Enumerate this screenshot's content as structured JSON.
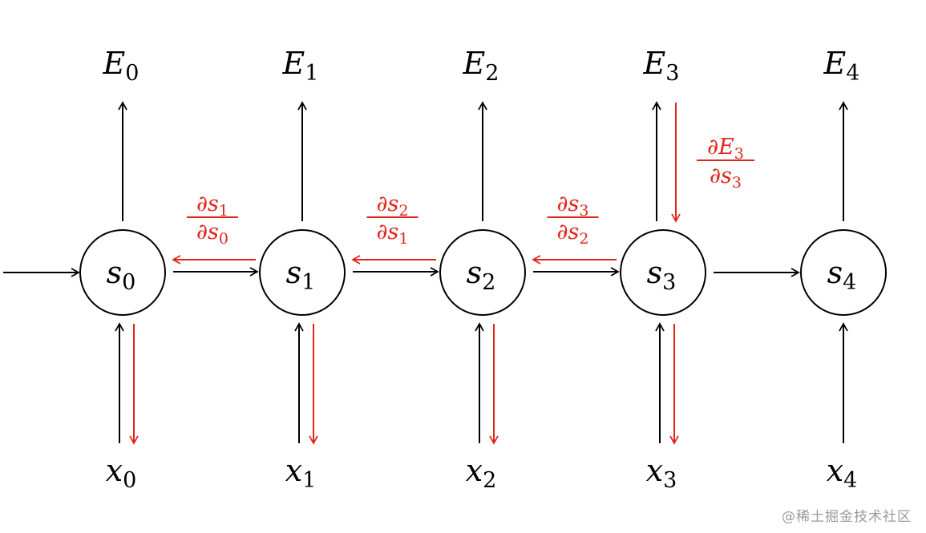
{
  "diagram": {
    "title": "Backpropagation through time",
    "colors": {
      "black": "#000000",
      "red": "#e3241b",
      "watermark": "#9a9a9a"
    },
    "nodes": [
      {
        "state": "s",
        "index": "0",
        "output": "E",
        "input": "x"
      },
      {
        "state": "s",
        "index": "1",
        "output": "E",
        "input": "x"
      },
      {
        "state": "s",
        "index": "2",
        "output": "E",
        "input": "x"
      },
      {
        "state": "s",
        "index": "3",
        "output": "E",
        "input": "x"
      },
      {
        "state": "s",
        "index": "4",
        "output": "E",
        "input": "x"
      }
    ],
    "backprop_edges": [
      {
        "from": "1",
        "to": "0",
        "num": "∂s",
        "num_sub": "1",
        "den": "∂s",
        "den_sub": "0"
      },
      {
        "from": "2",
        "to": "1",
        "num": "∂s",
        "num_sub": "2",
        "den": "∂s",
        "den_sub": "1"
      },
      {
        "from": "3",
        "to": "2",
        "num": "∂s",
        "num_sub": "3",
        "den": "∂s",
        "den_sub": "2"
      }
    ],
    "output_gradient": {
      "node": "3",
      "num": "∂E",
      "num_sub": "3",
      "den": "∂s",
      "den_sub": "3"
    },
    "input_gradient_nodes": [
      "0",
      "1",
      "2",
      "3"
    ]
  },
  "watermark": "@稀土掘金技术社区"
}
